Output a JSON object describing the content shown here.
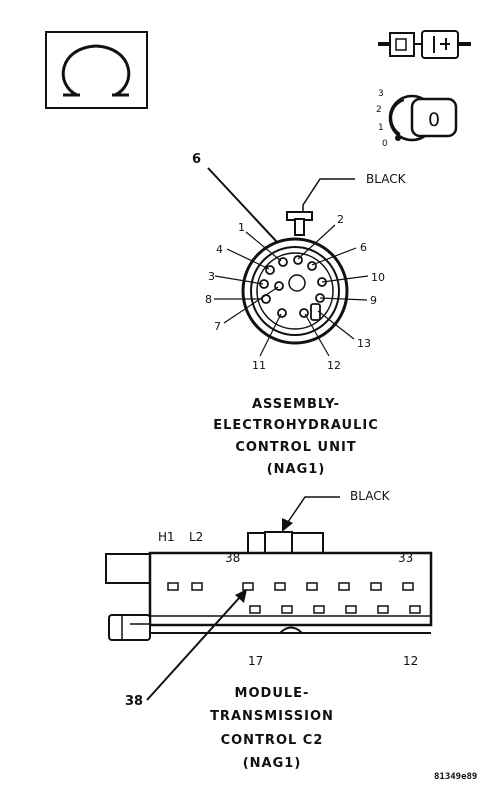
{
  "icons": {
    "ohm_symbol": "ohm-meter-icon",
    "connector_symbol": "connector-icon",
    "ignition_switch": "ignition-switch-icon",
    "ignition_positions": [
      "3",
      "2",
      "1",
      "0"
    ],
    "ignition_key_label": "0"
  },
  "connector1": {
    "callout_pin": "6",
    "color_label": "BLACK",
    "pins": {
      "p1": "1",
      "p2": "2",
      "p3": "3",
      "p4": "4",
      "p6": "6",
      "p7": "7",
      "p8": "8",
      "p9": "9",
      "p10": "10",
      "p11": "11",
      "p12": "12",
      "p13": "13"
    },
    "title": [
      "ASSEMBLY-",
      "ELECTROHYDRAULIC",
      "CONTROL UNIT",
      "(NAG1)"
    ]
  },
  "connector2": {
    "color_label": "BLACK",
    "cavity_labels": {
      "h1": "H1",
      "l2": "L2",
      "c38": "38",
      "c33": "33",
      "c17": "17",
      "c12": "12"
    },
    "callout_pin": "38",
    "title": [
      "MODULE-",
      "TRANSMISSION",
      "CONTROL C2",
      "(NAG1)"
    ]
  },
  "figure_code": "81349e89"
}
